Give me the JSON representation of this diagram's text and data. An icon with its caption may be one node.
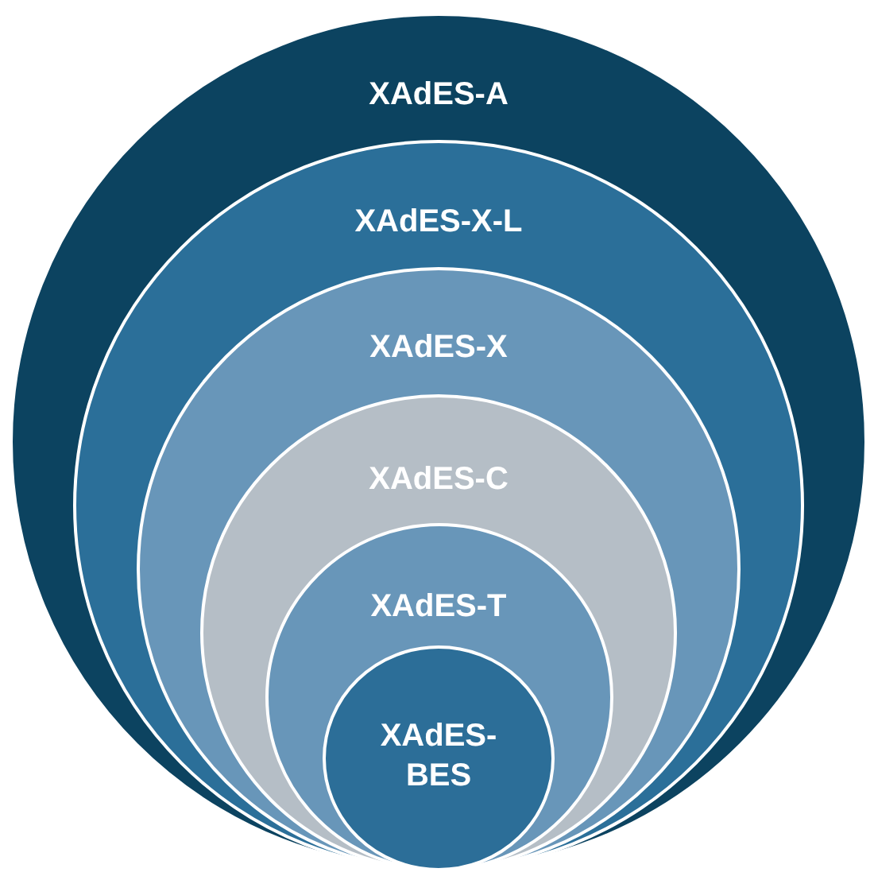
{
  "diagram": {
    "nodes": [
      {
        "text": [
          "XAdES-A"
        ]
      },
      {
        "text": [
          "XAdES-X-L"
        ],
        "in": 0
      },
      {
        "text": [
          "XAdES-X"
        ],
        "in": 1
      },
      {
        "text": [
          "XAdES-C"
        ],
        "in": 2
      },
      {
        "text": [
          "XAdES-T"
        ],
        "in": 3
      },
      {
        "text": [
          "XAdES-BES"
        ],
        "in": 4
      }
    ]
  }
}
